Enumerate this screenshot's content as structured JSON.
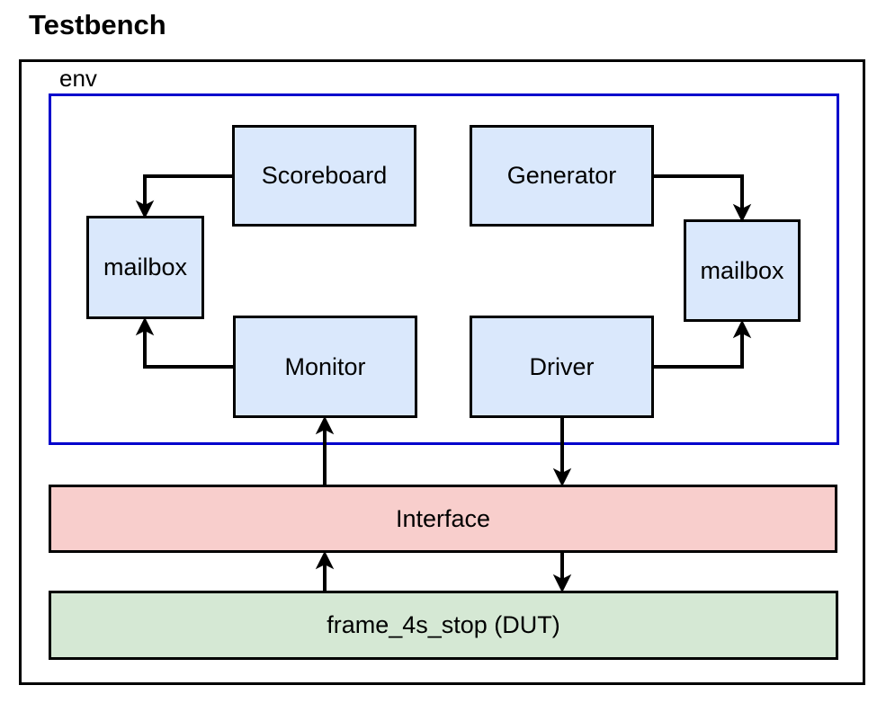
{
  "title": "Testbench",
  "env_label": "env",
  "boxes": {
    "scoreboard": "Scoreboard",
    "generator": "Generator",
    "mailbox_left": "mailbox",
    "mailbox_right": "mailbox",
    "monitor": "Monitor",
    "driver": "Driver",
    "interface": "Interface",
    "dut": "frame_4s_stop (DUT)"
  },
  "colors": {
    "component": "#dae8fc",
    "interface": "#f8cecc",
    "dut": "#d5e8d4",
    "env_border": "#0000cc"
  }
}
